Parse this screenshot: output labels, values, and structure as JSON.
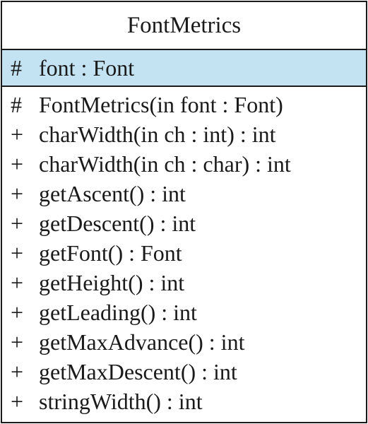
{
  "class_name": "FontMetrics",
  "attributes": [
    {
      "visibility": "#",
      "signature": "font : Font"
    }
  ],
  "operations": [
    {
      "visibility": "#",
      "signature": "FontMetrics(in font : Font)"
    },
    {
      "visibility": "+",
      "signature": "charWidth(in ch : int) : int"
    },
    {
      "visibility": "+",
      "signature": "charWidth(in ch : char) : int"
    },
    {
      "visibility": "+",
      "signature": "getAscent() : int"
    },
    {
      "visibility": "+",
      "signature": "getDescent() : int"
    },
    {
      "visibility": "+",
      "signature": "getFont() : Font"
    },
    {
      "visibility": "+",
      "signature": "getHeight() : int"
    },
    {
      "visibility": "+",
      "signature": "getLeading() : int"
    },
    {
      "visibility": "+",
      "signature": "getMaxAdvance() : int"
    },
    {
      "visibility": "+",
      "signature": "getMaxDescent() : int"
    },
    {
      "visibility": "+",
      "signature": "stringWidth() : int"
    }
  ],
  "colors": {
    "attribute_highlight": "#c3e3f3",
    "border": "#1a1a1a",
    "text": "#1a1a1a"
  }
}
